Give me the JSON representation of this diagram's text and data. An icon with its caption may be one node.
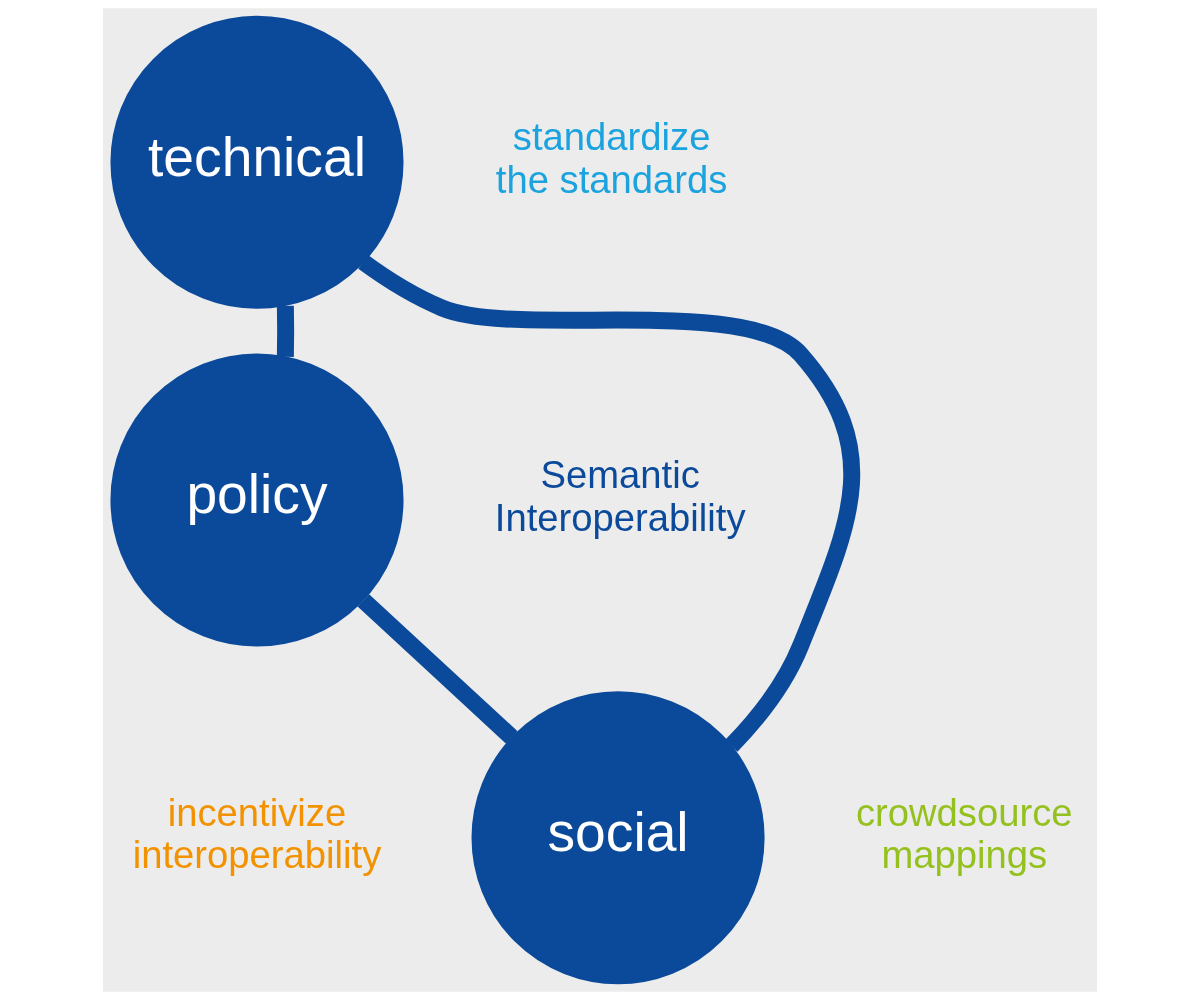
{
  "diagram": {
    "nodes": [
      {
        "text": [
          "technical"
        ],
        "beside": [
          "standardize the standards"
        ]
      },
      {
        "text": [
          "policy"
        ],
        "beside": [
          "incentivize interoperability"
        ]
      },
      {
        "text": [
          "social"
        ],
        "beside": [
          "crowdsource mappings"
        ]
      }
    ],
    "edges": [
      {
        "from": 1,
        "to": 0,
        "arrow": "none"
      },
      {
        "from": 0,
        "to": 2,
        "arrow": "none"
      },
      {
        "from": 2,
        "to": 1,
        "arrow": "none"
      }
    ],
    "labels": [
      "Semantic Interoperability"
    ]
  }
}
